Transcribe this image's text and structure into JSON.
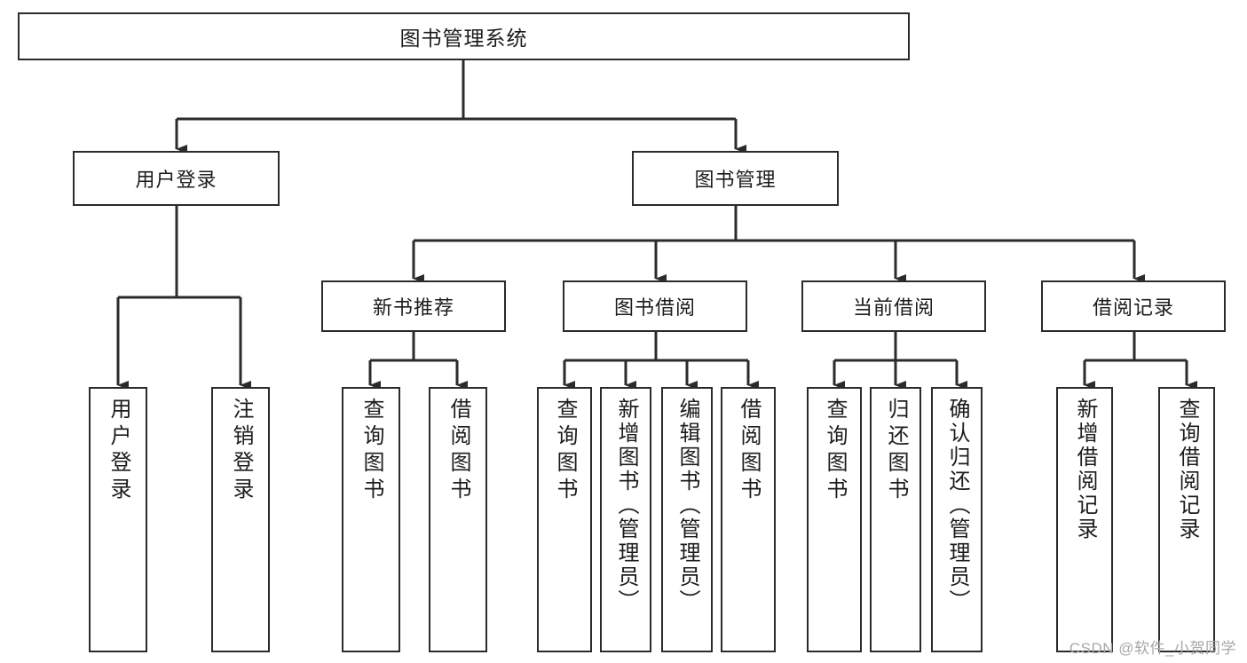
{
  "diagram": {
    "title": "图书管理系统",
    "watermark": "CSDN @软件_小贺同学",
    "root": {
      "label": "图书管理系统"
    },
    "level1": [
      {
        "id": "user-login",
        "label": "用户登录"
      },
      {
        "id": "book-management",
        "label": "图书管理"
      }
    ],
    "level2": [
      {
        "id": "new-book-recommend",
        "label": "新书推荐"
      },
      {
        "id": "book-borrow",
        "label": "图书借阅"
      },
      {
        "id": "current-borrow",
        "label": "当前借阅"
      },
      {
        "id": "borrow-record",
        "label": "借阅记录"
      }
    ],
    "leaves": {
      "user_login": [
        {
          "id": "leaf-user-login",
          "label": "用户登录"
        },
        {
          "id": "leaf-logout-login",
          "label": "注销登录"
        }
      ],
      "new_book_recommend": [
        {
          "id": "leaf-query-book-1",
          "label": "查询图书"
        },
        {
          "id": "leaf-borrow-book-1",
          "label": "借阅图书"
        }
      ],
      "book_borrow": [
        {
          "id": "leaf-query-book-2",
          "label": "查询图书"
        },
        {
          "id": "leaf-add-book",
          "label": "新增图书（管理员）"
        },
        {
          "id": "leaf-edit-book",
          "label": "编辑图书（管理员）"
        },
        {
          "id": "leaf-borrow-book-2",
          "label": "借阅图书"
        }
      ],
      "current_borrow": [
        {
          "id": "leaf-query-book-3",
          "label": "查询图书"
        },
        {
          "id": "leaf-return-book",
          "label": "归还图书"
        },
        {
          "id": "leaf-confirm-return",
          "label": "确认归还（管理员）"
        }
      ],
      "borrow_record": [
        {
          "id": "leaf-add-record",
          "label": "新增借阅记录"
        },
        {
          "id": "leaf-query-record",
          "label": "查询借阅记录"
        }
      ]
    },
    "colors": {
      "stroke": "#2b2b2b",
      "fill": "#ffffff",
      "text": "#1c1c1c",
      "watermark": "#a8a8a8"
    }
  }
}
